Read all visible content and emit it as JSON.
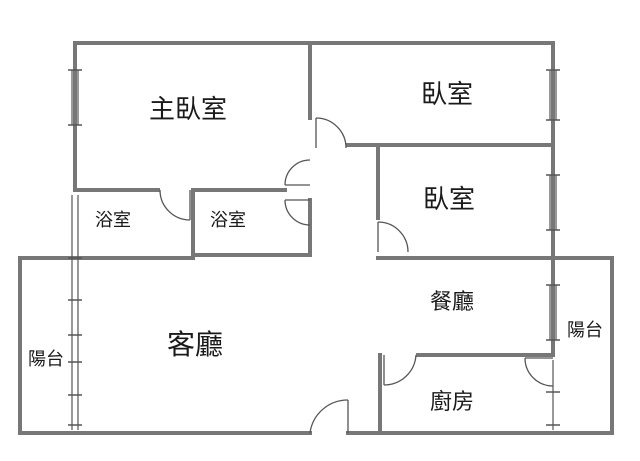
{
  "rooms": {
    "master_bedroom": "主臥室",
    "bedroom_upper": "臥室",
    "bedroom_lower": "臥室",
    "bathroom_left": "浴室",
    "bathroom_right": "浴室",
    "living_room": "客廳",
    "dining_room": "餐廳",
    "kitchen": "廚房",
    "balcony_left": "陽台",
    "balcony_right": "陽台"
  },
  "colors": {
    "wall": "#777777",
    "thin_line": "#555555",
    "background": "#ffffff"
  }
}
